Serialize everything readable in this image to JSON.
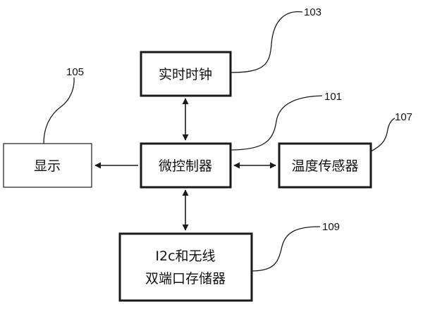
{
  "blocks": {
    "clock": {
      "label": "实时时钟",
      "ref": "103"
    },
    "mcu": {
      "label": "微控制器",
      "ref": "101"
    },
    "display": {
      "label": "显示",
      "ref": "105"
    },
    "sensor": {
      "label": "温度传感器",
      "ref": "107"
    },
    "memory": {
      "line1": "I2c和无线",
      "line2": "双端口存储器",
      "ref": "109"
    }
  }
}
